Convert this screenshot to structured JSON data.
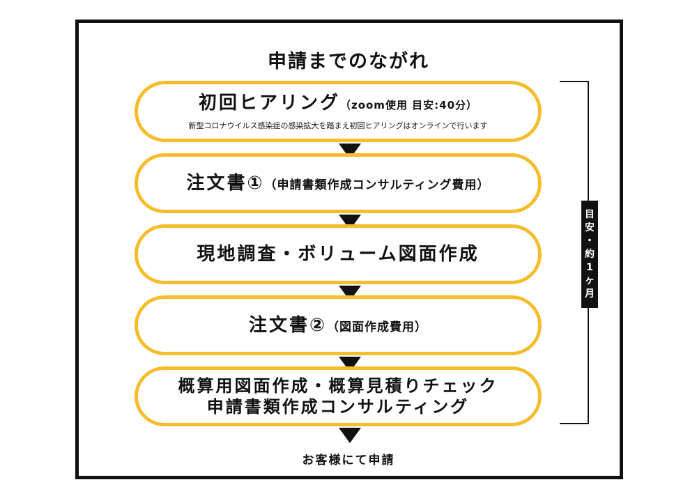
{
  "title": "申請までのながれ",
  "steps": [
    {
      "main": "初回ヒアリング",
      "paren": "（zoom使用 目安:40分）",
      "note": "新型コロナウイルス感染症の感染拡大を踏まえ初回ヒアリングはオンラインで行います"
    },
    {
      "main": "注文書①",
      "paren": "（申請書類作成コンサルティング費用）"
    },
    {
      "main": "現地調査・ボリューム図面作成"
    },
    {
      "main": "注文書②",
      "paren": "（図面作成費用）"
    },
    {
      "line1": "概算用図面作成・概算見積りチェック",
      "line2": "申請書類作成コンサルティング"
    }
  ],
  "final": "お客様にて申請",
  "period": [
    "目",
    "安",
    "・",
    "約",
    "1",
    "ヶ",
    "月"
  ],
  "colors": {
    "step_border": "#f5bd2e",
    "arrow": "#111111",
    "frame": "#111111"
  }
}
